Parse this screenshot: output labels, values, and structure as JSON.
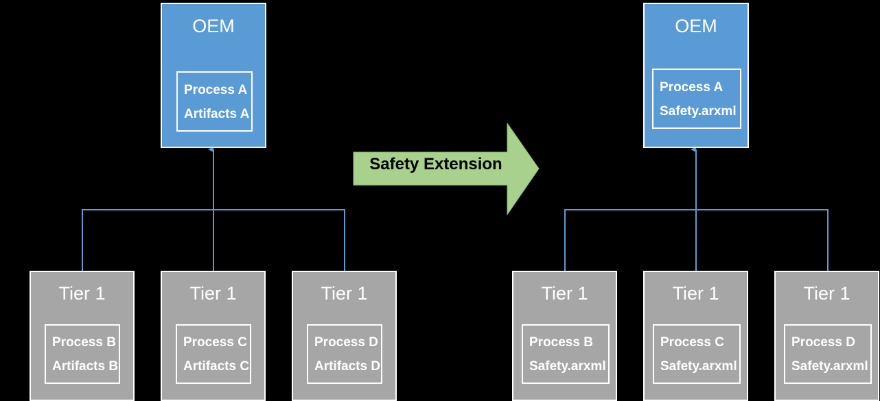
{
  "colors": {
    "oem_fill": "#5b9bd5",
    "tier_fill": "#a6a6a6",
    "connector": "#5b9bd5",
    "arrow_fill": "#a9d18e",
    "background": "#000000"
  },
  "left": {
    "oem": {
      "title": "OEM",
      "line1": "Process A",
      "line2": "Artifacts A"
    },
    "tiers": [
      {
        "title": "Tier 1",
        "line1": "Process B",
        "line2": "Artifacts B"
      },
      {
        "title": "Tier 1",
        "line1": "Process C",
        "line2": "Artifacts C"
      },
      {
        "title": "Tier 1",
        "line1": "Process D",
        "line2": "Artifacts D"
      }
    ]
  },
  "arrow": {
    "label": "Safety Extension"
  },
  "right": {
    "oem": {
      "title": "OEM",
      "line1": "Process A",
      "line2": "Safety.arxml"
    },
    "tiers": [
      {
        "title": "Tier 1",
        "line1": "Process B",
        "line2": "Safety.arxml"
      },
      {
        "title": "Tier 1",
        "line1": "Process C",
        "line2": "Safety.arxml"
      },
      {
        "title": "Tier 1",
        "line1": "Process D",
        "line2": "Safety.arxml"
      }
    ]
  }
}
